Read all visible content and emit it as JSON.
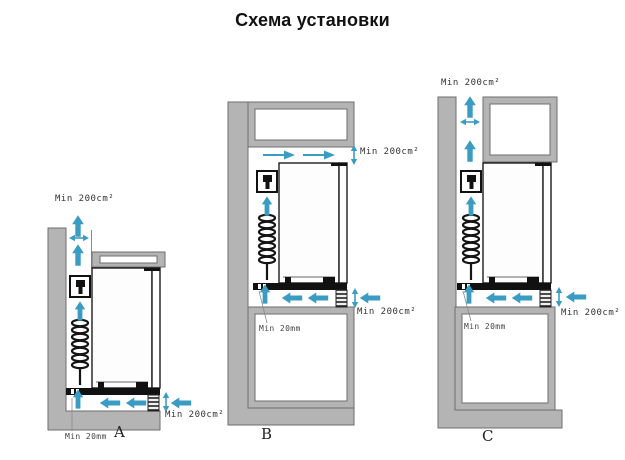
{
  "title": "Схема установки",
  "colors": {
    "arrow": "#3a9cc3",
    "wall": "#b4b4b4",
    "outline": "#1c1c1c"
  },
  "diagrams": {
    "a": {
      "label": "A",
      "top_vent": "Min 200cm²",
      "bottom_vent": "Min 200cm²",
      "rear_gap": "Min 20mm"
    },
    "b": {
      "label": "B",
      "top_vent": "Min 200cm²",
      "mid_vent": "Min 200cm²",
      "rear_gap": "Min 20mm"
    },
    "c": {
      "label": "C",
      "top_vent": "Min 200cm²",
      "mid_vent": "Min 200cm²",
      "rear_gap": "Min 20mm"
    }
  }
}
